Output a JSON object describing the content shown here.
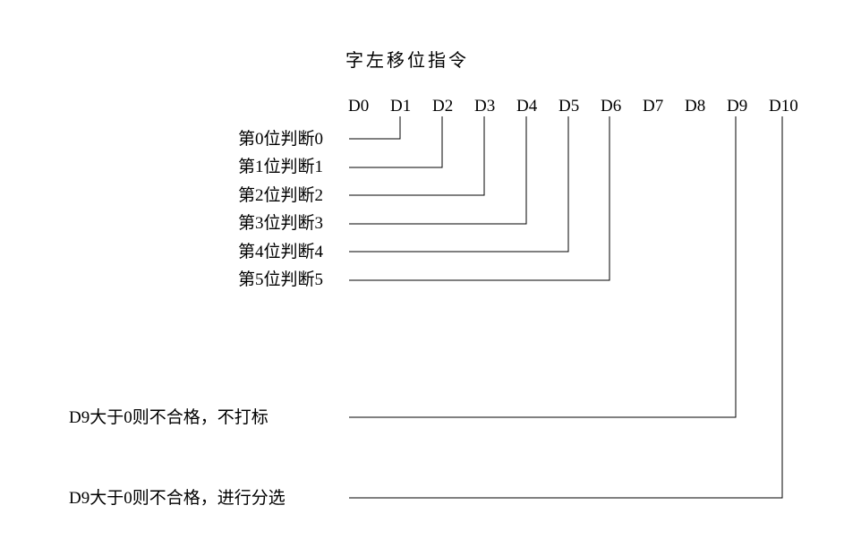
{
  "title": "字左移位指令",
  "registers": {
    "labels": [
      "D0",
      "D1",
      "D2",
      "D3",
      "D4",
      "D5",
      "D6",
      "D7",
      "D8",
      "D9",
      "D10"
    ]
  },
  "bit_labels": [
    {
      "label": "第0位判断0",
      "connects_to": "D1"
    },
    {
      "label": "第1位判断1",
      "connects_to": "D2"
    },
    {
      "label": "第2位判断2",
      "connects_to": "D3"
    },
    {
      "label": "第3位判断3",
      "connects_to": "D4"
    },
    {
      "label": "第4位判断4",
      "connects_to": "D5"
    },
    {
      "label": "第5位判断5",
      "connects_to": "D6"
    }
  ],
  "result_labels": [
    {
      "label": "D9大于0则不合格，不打标",
      "connects_to": "D9"
    },
    {
      "label": "D9大于0则不合格，进行分选",
      "connects_to": "D10"
    }
  ],
  "colors": {
    "line": "#000000",
    "text": "#000000",
    "background": "#ffffff"
  }
}
